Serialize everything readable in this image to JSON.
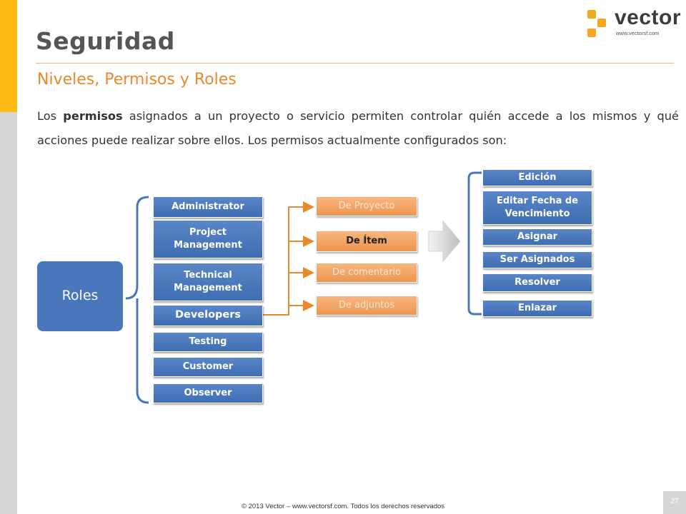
{
  "header": {
    "title": "Seguridad",
    "subtitle": "Niveles, Permisos y Roles"
  },
  "body": {
    "text_before": "Los ",
    "text_bold": "permisos",
    "text_after": " asignados a un proyecto o servicio permiten controlar quién accede a los mismos y qué acciones puede realizar sobre ellos. Los permisos actualmente configurados son:"
  },
  "logo": {
    "word": "vector",
    "url": "www.vectorsf.com"
  },
  "diagram": {
    "root": "Roles",
    "roles": [
      "Administrator",
      "Project Management",
      "Technical Management",
      "Developers",
      "Testing",
      "Customer",
      "Observer"
    ],
    "permission_types": [
      "De Proyecto",
      "De Ítem",
      "De comentario",
      "De adjuntos"
    ],
    "actions": [
      "Edición",
      "Editar Fecha de Vencimiento",
      "Asignar",
      "Ser Asignados",
      "Resolver",
      "Enlazar"
    ]
  },
  "footer": {
    "copyright": "© 2013 Vector – www.vectorsf.com. Todos los derechos reservados",
    "page_number": "27"
  },
  "colors": {
    "accent_yellow": "#FDB813",
    "accent_orange": "#E8892C",
    "box_blue": "#4A76BB",
    "box_orange": "#F0A060"
  }
}
